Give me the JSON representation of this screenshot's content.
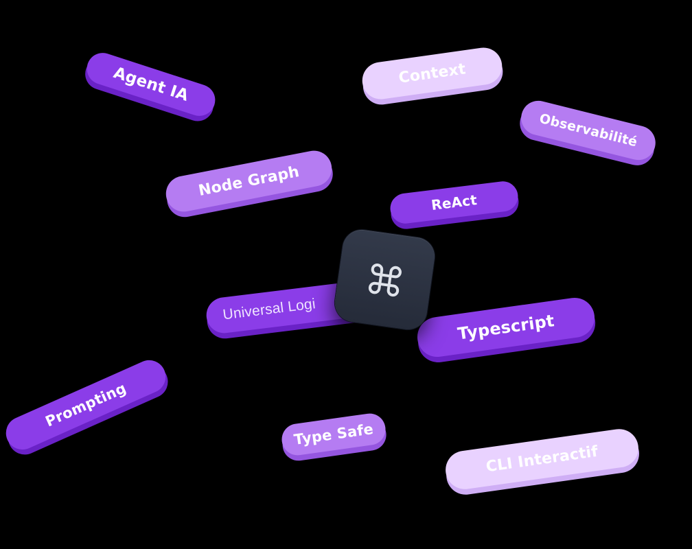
{
  "tags": {
    "agent_ia": "Agent IA",
    "context": "Context",
    "observabilite": "Observabilité",
    "node_graph": "Node Graph",
    "react": "ReAct",
    "universal_logic": "Universal Logi",
    "typescript": "Typescript",
    "prompting": "Prompting",
    "type_safe": "Type Safe",
    "cli_interactif": "CLI  Interactif"
  },
  "key": {
    "icon": "command-icon"
  },
  "colors": {
    "background": "#000000",
    "pill_dark": "#8b3de8",
    "pill_medium": "#b57cf2",
    "pill_light": "#e9d2ff",
    "key_surface": "#2a3140",
    "key_glyph": "#dfe3ea"
  }
}
